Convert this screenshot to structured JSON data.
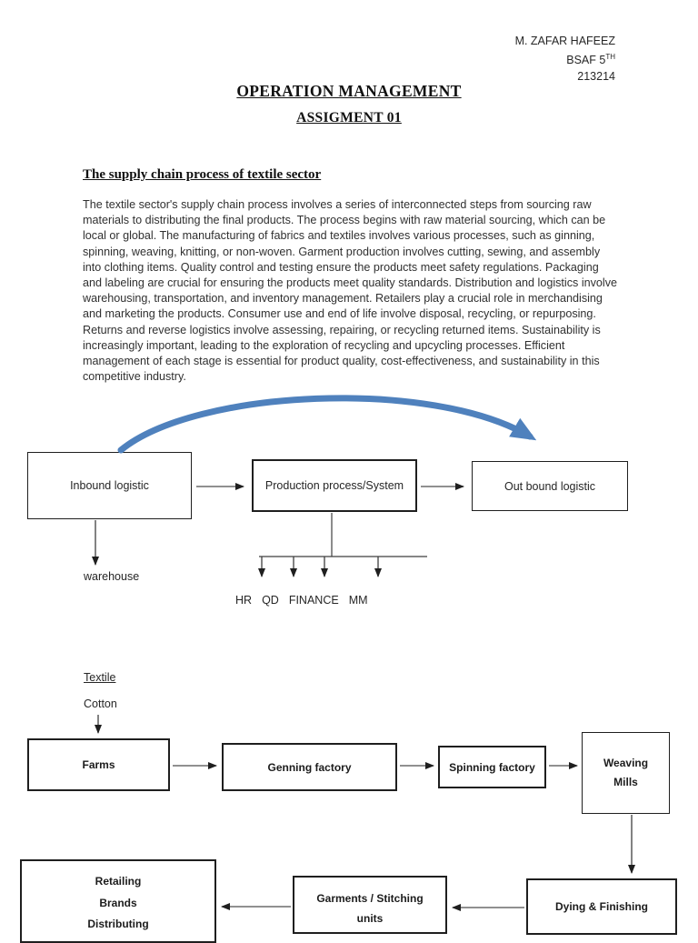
{
  "header": {
    "author": "M. ZAFAR HAFEEZ",
    "class_base": "BSAF 5",
    "class_sup": "TH",
    "roll_no": "213214"
  },
  "titles": {
    "main": "OPERATION MANAGEMENT",
    "sub": "ASSIGMENT 01"
  },
  "section": {
    "heading": "The supply chain process of textile sector",
    "paragraph": "The textile sector's supply chain process involves a series of interconnected steps from sourcing raw materials to distributing the final products. The process begins with raw material sourcing, which can be local or global. The manufacturing of fabrics and textiles involves various processes, such as ginning, spinning, weaving, knitting, or non-woven. Garment production involves cutting, sewing, and assembly into clothing items. Quality control and testing ensure the products meet safety regulations. Packaging and labeling are crucial for ensuring the products meet quality standards. Distribution and logistics involve warehousing, transportation, and inventory management. Retailers play a crucial role in merchandising and marketing the products. Consumer use and end of life involve disposal, recycling, or repurposing. Returns and reverse logistics involve assessing, repairing, or recycling returned items. Sustainability is increasingly important, leading to the exploration of recycling and upcycling processes. Efficient management of each stage is essential for product quality, cost-effectiveness, and sustainability in this competitive industry."
  },
  "chart1": {
    "inbound": "Inbound logistic",
    "production": "Production process/System",
    "outbound": "Out bound logistic",
    "warehouse": "warehouse",
    "departments": [
      "HR",
      "QD",
      "FINANCE",
      "MM"
    ],
    "arrow_color": "#4f81bd",
    "line_color": "#4d4d4d"
  },
  "chart2": {
    "textile": "Textile",
    "cotton": "Cotton",
    "farms": "Farms",
    "genning": "Genning factory",
    "spinning": "Spinning factory",
    "weaving": [
      "Weaving",
      "Mills"
    ],
    "dying": "Dying & Finishing",
    "garments": [
      "Garments / Stitching",
      "units"
    ],
    "retailing": [
      "Retailing",
      "Brands",
      "Distributing"
    ]
  }
}
